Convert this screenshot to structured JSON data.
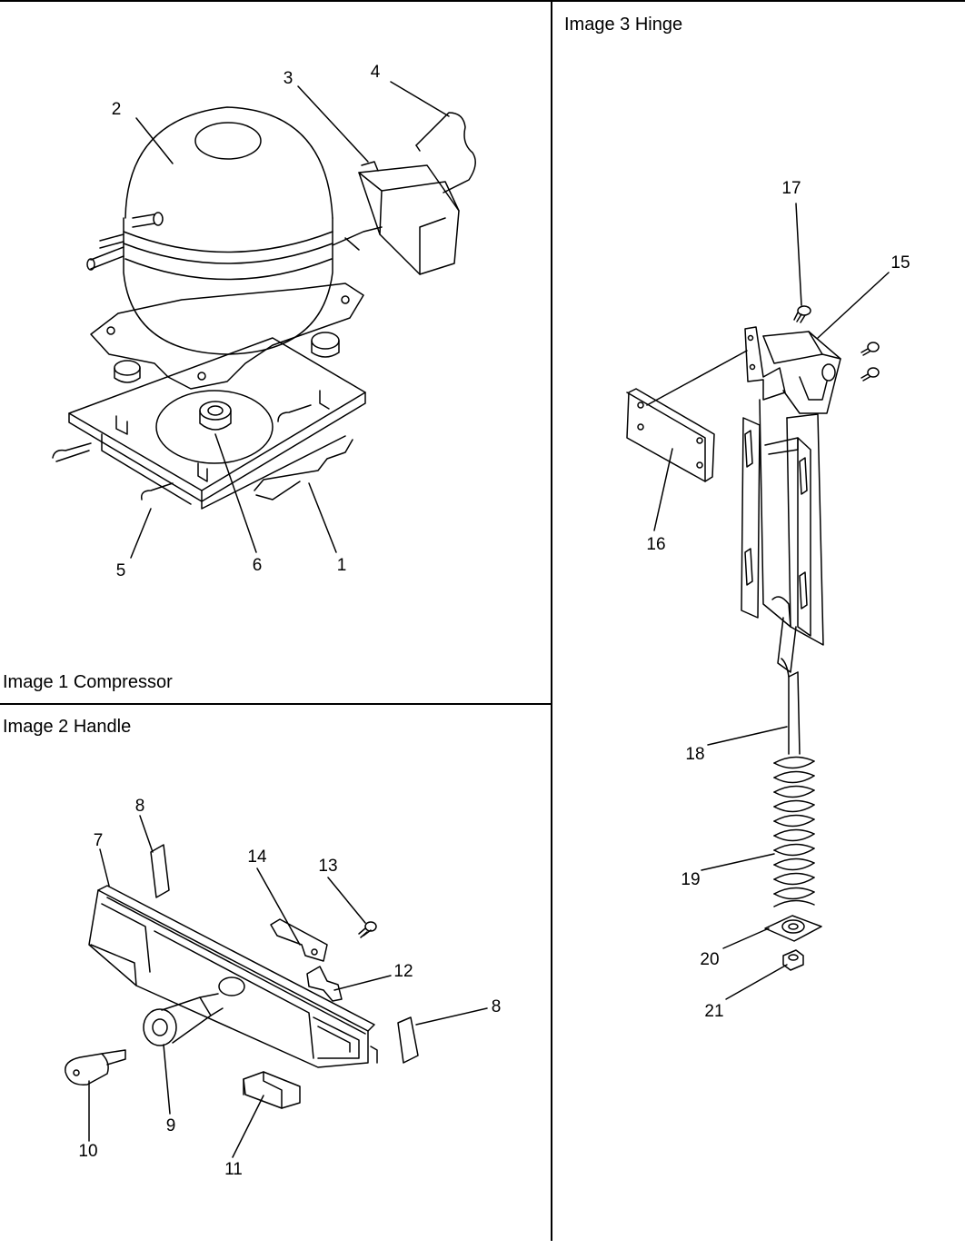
{
  "panels": [
    {
      "id": "compressor",
      "caption": "Image 1 Compressor"
    },
    {
      "id": "handle",
      "caption": "Image 2 Handle"
    },
    {
      "id": "hinge",
      "caption": "Image 3 Hinge"
    }
  ],
  "callouts": {
    "compressor": [
      "1",
      "2",
      "3",
      "4",
      "5",
      "6"
    ],
    "handle": [
      "7",
      "8",
      "8",
      "9",
      "10",
      "11",
      "12",
      "13",
      "14"
    ],
    "hinge": [
      "15",
      "16",
      "17",
      "18",
      "19",
      "20",
      "21"
    ]
  }
}
